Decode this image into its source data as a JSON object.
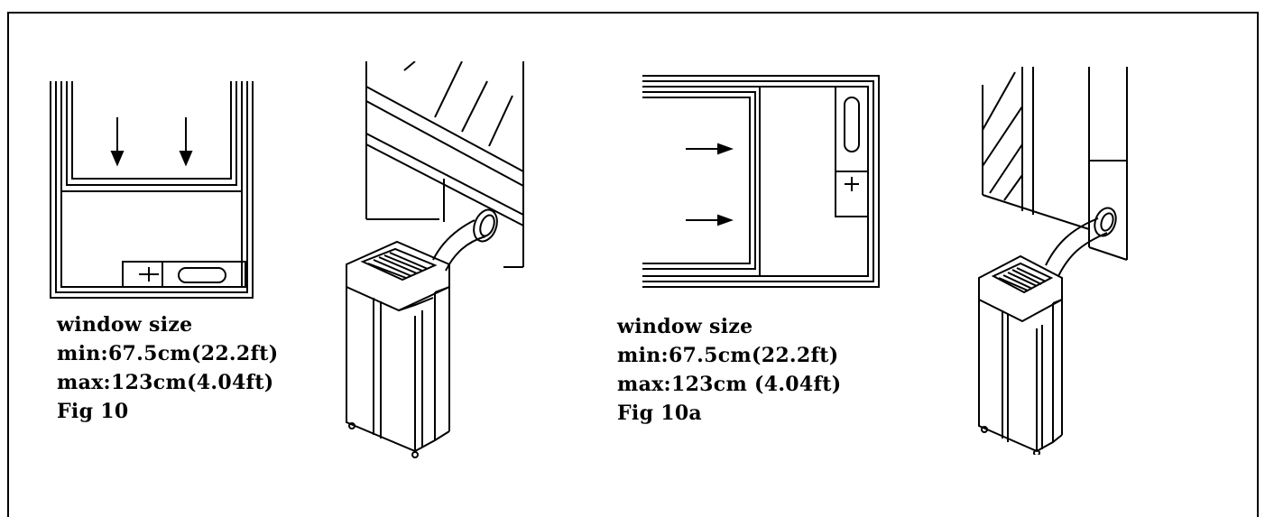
{
  "figures": [
    {
      "window_size_label": "window size",
      "min_label": "min:67.5cm(22.2ft)",
      "max_label": "max:123cm(4.04ft)",
      "fig_label": "Fig 10"
    },
    {
      "window_size_label": "window size",
      "min_label": "min:67.5cm(22.2ft)",
      "max_label": "max:123cm (4.04ft)",
      "fig_label": "Fig 10a"
    }
  ]
}
